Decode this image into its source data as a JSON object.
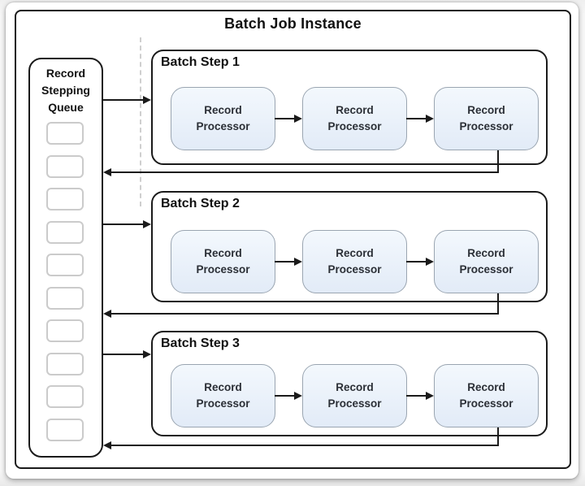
{
  "title": "Batch Job Instance",
  "queue": {
    "label_lines": [
      "Record",
      "Stepping",
      "Queue"
    ],
    "slot_count": 10
  },
  "steps": [
    {
      "label": "Batch Step 1",
      "processors": [
        "Record Processor",
        "Record Processor",
        "Record Processor"
      ]
    },
    {
      "label": "Batch Step 2",
      "processors": [
        "Record Processor",
        "Record Processor",
        "Record Processor"
      ]
    },
    {
      "label": "Batch Step 3",
      "processors": [
        "Record Processor",
        "Record Processor",
        "Record Processor"
      ]
    }
  ],
  "colors": {
    "line": "#1a1a1a",
    "dashed_line": "#cfcfcf",
    "slot_border": "#cbcbcb",
    "processor_border": "#9aa5b1",
    "processor_fill_top": "#f3f8fd",
    "processor_fill_bottom": "#e2ebf7"
  }
}
